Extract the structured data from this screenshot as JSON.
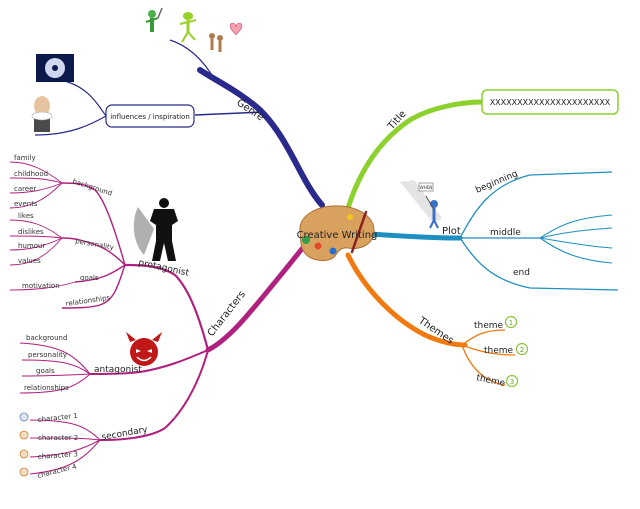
{
  "center": {
    "label": "Creative Writing"
  },
  "title_branch": {
    "label": "Title",
    "box_text": "XXXXXXXXXXXXXXXXXXXXXX"
  },
  "genre_branch": {
    "label": "Genre",
    "influences_label": "influences / inspiration"
  },
  "plot_branch": {
    "label": "Plot",
    "sign_text": "WHEN",
    "children": [
      "beginning",
      "middle",
      "end"
    ]
  },
  "themes_branch": {
    "label": "Themes",
    "children": [
      {
        "label": "theme",
        "number": "1"
      },
      {
        "label": "theme",
        "number": "2"
      },
      {
        "label": "theme",
        "number": "3"
      }
    ]
  },
  "characters_branch": {
    "label": "Characters",
    "protagonist": {
      "label": "protagonist",
      "background": {
        "label": "background",
        "children": [
          "family",
          "childhood",
          "career",
          "events"
        ]
      },
      "personality": {
        "label": "personality",
        "children": [
          "likes",
          "dislikes",
          "humour",
          "values"
        ]
      },
      "goals": {
        "label": "goals",
        "children": [
          "motivation"
        ]
      },
      "relationships": {
        "label": "relationships"
      }
    },
    "antagonist": {
      "label": "antagonist",
      "children": [
        "background",
        "personality",
        "goals",
        "relationships"
      ]
    },
    "secondary": {
      "label": "secondary",
      "children": [
        "character 1",
        "character 2",
        "character 3",
        "character 4"
      ]
    }
  },
  "colors": {
    "title": "#8cd12e",
    "genre": "#2a2a8c",
    "plot": "#1f8fc0",
    "themes": "#f07a10",
    "characters": "#b0207e",
    "theme_numbers": "#8cc63e"
  }
}
